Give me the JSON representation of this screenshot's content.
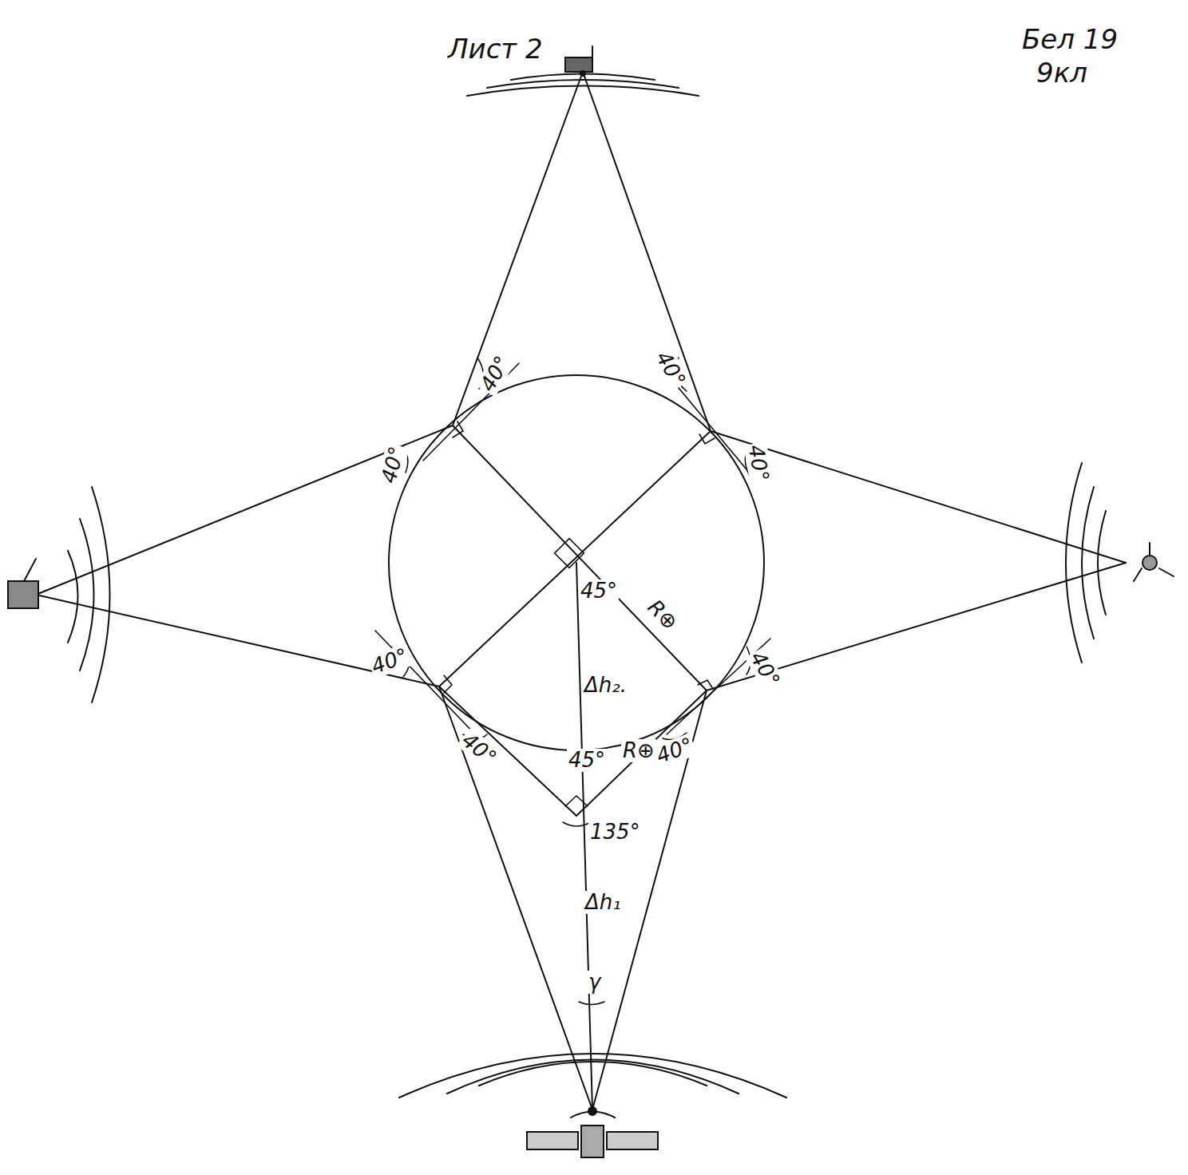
{
  "diagram": {
    "labels": [
      "Лист 2",
      "Бел 19",
      "9кл",
      "40°",
      "40°",
      "40°",
      "40°",
      "40°",
      "40°",
      "40°",
      "40°",
      "45°",
      "R⊕",
      "Δh₂.",
      "45°",
      "R⊕",
      "135°",
      "Δh₁",
      "γ"
    ]
  }
}
